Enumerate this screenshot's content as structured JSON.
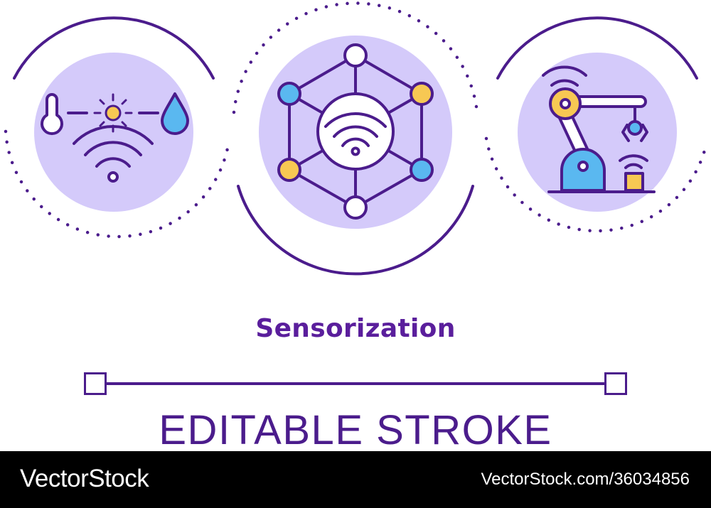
{
  "title": "Sensorization",
  "subtitle": "EDITABLE STROKE",
  "footer": {
    "brand": "VectorStock",
    "ref": "VectorStock.com/36034856"
  },
  "icons": [
    "temperature-humidity-wireless-sensor-icon",
    "wireless-network-hub-icon",
    "robotic-arm-sensor-icon"
  ],
  "colors": {
    "stroke": "#4b1c8c",
    "circle_fill": "#d4cafa",
    "accent_yellow": "#f7c853",
    "accent_blue": "#5ab8f0",
    "title": "#5a1e9c",
    "footer_bg": "#000000"
  }
}
